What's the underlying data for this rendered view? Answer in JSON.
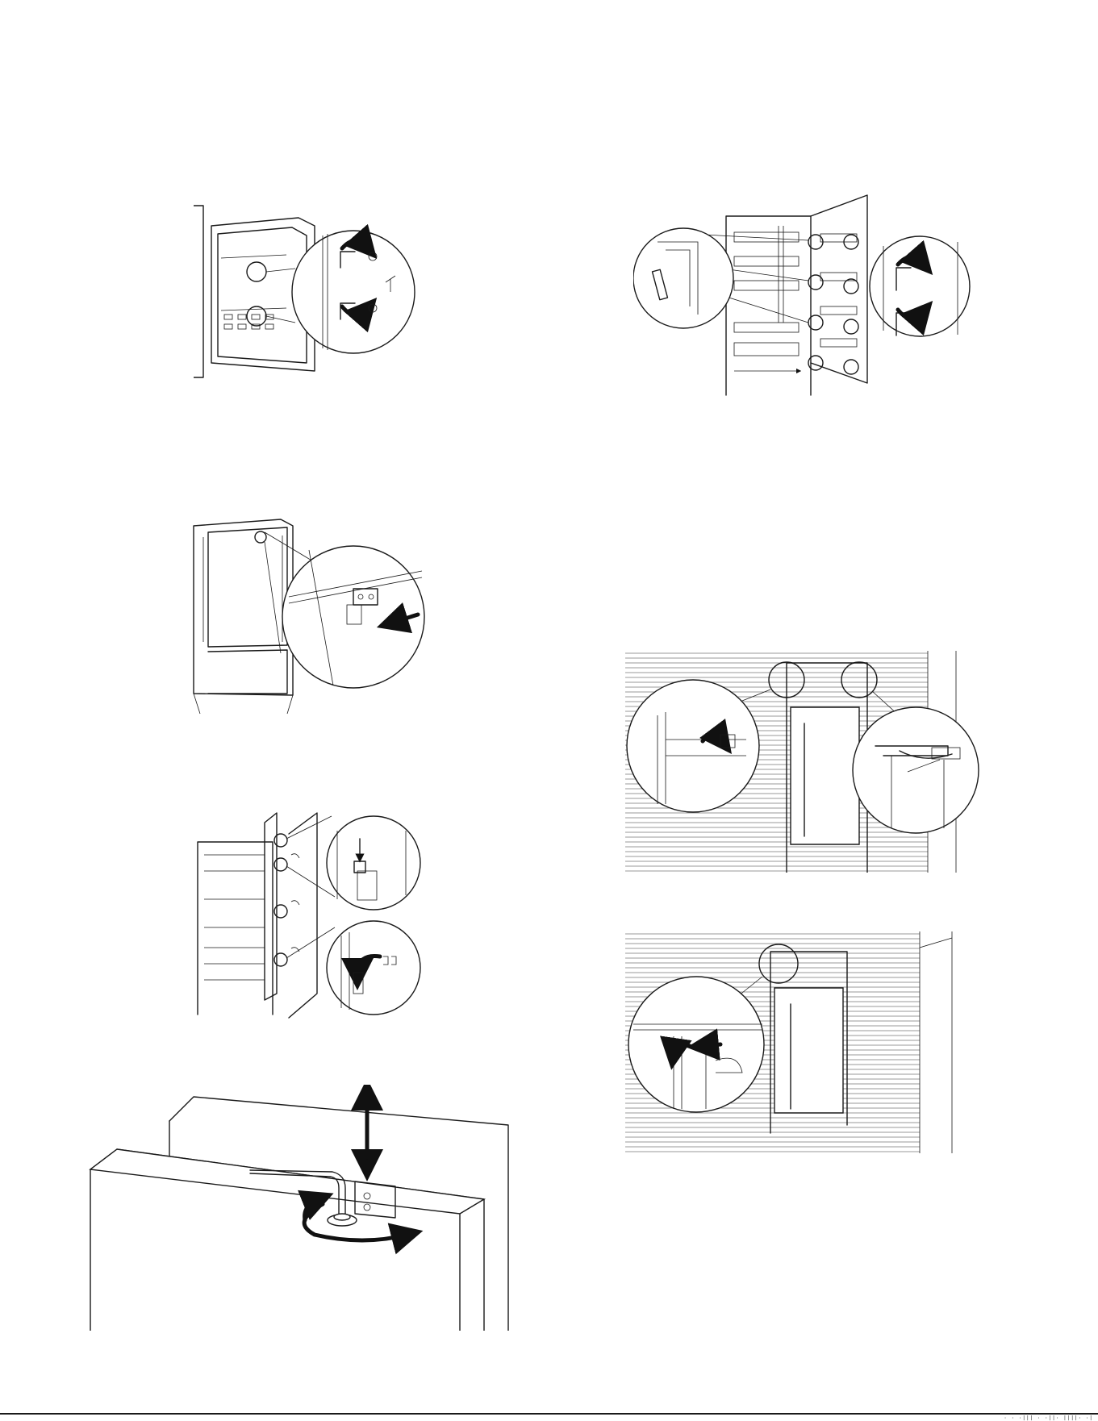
{
  "page": {
    "footer_marks": "· · ·||| · ·||· ||||· ·|"
  },
  "figures": [
    {
      "id": "fig-freezer-latch-adjust",
      "icon": "hex-key-icon"
    },
    {
      "id": "fig-fridge-door-hinges",
      "icon": "hex-key-icon"
    },
    {
      "id": "fig-top-bracket-insert",
      "icon": "push-arrow-icon"
    },
    {
      "id": "fig-door-panel-mount",
      "icon": "screw-icon"
    },
    {
      "id": "fig-cabinet-hinge-screw",
      "icon": "screw-icon"
    },
    {
      "id": "fig-cabinet-hinge-lower",
      "icon": "rotate-arrow-icon"
    },
    {
      "id": "fig-hinge-pin-adjust",
      "icon": "hex-key-icon"
    }
  ],
  "colors": {
    "line": "#1a1a1a",
    "background": "#ffffff"
  }
}
